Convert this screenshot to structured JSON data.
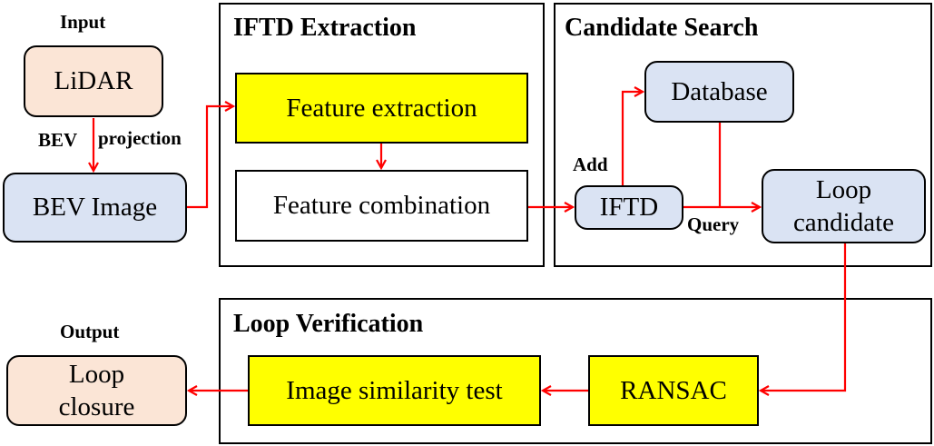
{
  "io": {
    "input": "Input",
    "output": "Output"
  },
  "panels": {
    "extraction": "IFTD Extraction",
    "search": "Candidate Search",
    "verification": "Loop Verification"
  },
  "nodes": {
    "lidar": "LiDAR",
    "bev_image": "BEV Image",
    "feature_extraction": "Feature extraction",
    "feature_combination": "Feature combination",
    "database": "Database",
    "iftd": "IFTD",
    "loop_candidate_l1": "Loop",
    "loop_candidate_l2": "candidate",
    "ransac": "RANSAC",
    "image_similarity": "Image similarity test",
    "loop_closure_l1": "Loop",
    "loop_closure_l2": "closure"
  },
  "edge_labels": {
    "bev": "BEV",
    "projection": "projection",
    "add": "Add",
    "query": "Query"
  },
  "colors": {
    "arrow": "#ff0000",
    "yellow": "#ffff00",
    "blue": "#dae3f3",
    "pink": "#fbe5d6"
  }
}
